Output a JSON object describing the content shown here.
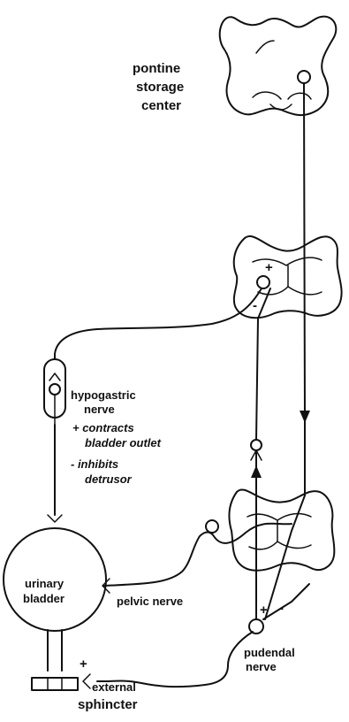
{
  "labels": {
    "pontine_line1": "pontine",
    "pontine_line2": "storage",
    "pontine_line3": "center",
    "hypogastric_line1": "hypogastric",
    "hypogastric_line2": "nerve",
    "contracts_line1": "+ contracts",
    "contracts_line2": "bladder outlet",
    "inhibits_line1": "- inhibits",
    "inhibits_line2": "detrusor",
    "bladder_line1": "urinary",
    "bladder_line2": "bladder",
    "pelvic_nerve": "pelvic nerve",
    "pudendal_line1": "pudendal",
    "pudendal_line2": "nerve",
    "sphincter_line1": "external",
    "sphincter_line2": "sphincter"
  },
  "signs": {
    "thoracic_plus": "+",
    "thoracic_minus": "-",
    "sacral_plus": "+",
    "sacral_minus": "-",
    "sphincter_plus": "+"
  },
  "colors": {
    "ink": "#111111",
    "background": "#ffffff"
  }
}
